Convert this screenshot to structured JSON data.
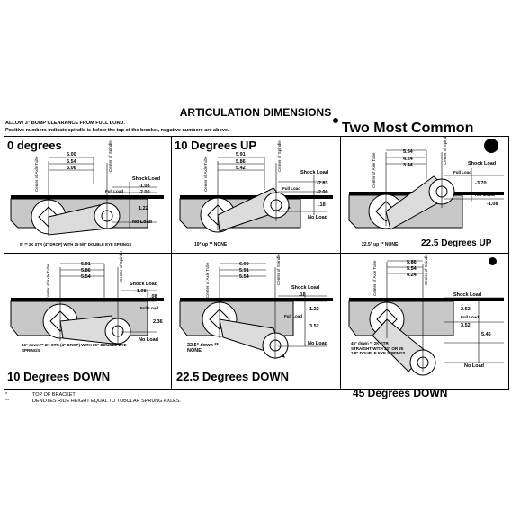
{
  "title": "ARTICULATION DIMENSIONS",
  "notes": [
    "ALLOW 3\" BUMP CLEARANCE FROM FULL LOAD.",
    "Positive numbers indicate spindle is below the top of the bracket, negative numbers are above."
  ],
  "common_label": "Two Most Common",
  "labels": {
    "axle_tube": "Center of Axle Tube",
    "spindle": "Center of Spindle",
    "shock_load": "Shock Load",
    "full_load": "Full Load",
    "no_load": "No Load"
  },
  "panels": [
    {
      "heading": "0 degrees",
      "dims": [
        "6.00",
        "5.54",
        "5.06"
      ],
      "loads": [
        "-1.08",
        "-2.00",
        "1.22"
      ],
      "caption": "0° ** 2K STR (4\" DROP) WITH 25 5/8\" DOUBLE EYE SPRINGS"
    },
    {
      "heading": "10 Degrees UP",
      "dims": [
        "5.91",
        "5.86",
        "5.42"
      ],
      "loads": [
        "-2.83",
        "-2.00",
        ".18"
      ],
      "caption": "10° up ** NONE"
    },
    {
      "heading": "22.5 Degrees UP",
      "dims": [
        "5.54",
        "4.24",
        "3.44"
      ],
      "loads": [
        "-3.70",
        "-1.08"
      ],
      "caption": "22.5° up ** NONE"
    },
    {
      "heading": "10 Degrees DOWN",
      "dims": [
        "5.91",
        "5.86",
        "5.54"
      ],
      "loads": [
        "-1.08",
        ".08",
        "2.36"
      ],
      "caption": "10° down ** 2K STR (4\" DROP) WITH 25\" DOUBLE EYE SPRINGS"
    },
    {
      "heading": "22.5 Degrees DOWN",
      "dims": [
        "6.00",
        "5.91",
        "5.54"
      ],
      "loads": [
        ".18",
        "1.22",
        "3.52"
      ],
      "caption": "22.5° down ** NONE"
    },
    {
      "heading": "45 Degrees DOWN",
      "dims": [
        "5.86",
        "5.54",
        "4.24"
      ],
      "loads": [
        "2.52",
        "3.52",
        "5.46"
      ],
      "caption": "45° down ** 2K STR STRAIGHT WITH 22\" OR 25 1/8\" DOUBLE EYE SPRINGS"
    }
  ],
  "footnotes": [
    {
      "mark": "*",
      "text": "TOP OF BRACKET"
    },
    {
      "mark": "**",
      "text": "DENOTES RIDE HEIGHT EQUAL TO TUBULAR SPRUNG AXLES."
    }
  ]
}
